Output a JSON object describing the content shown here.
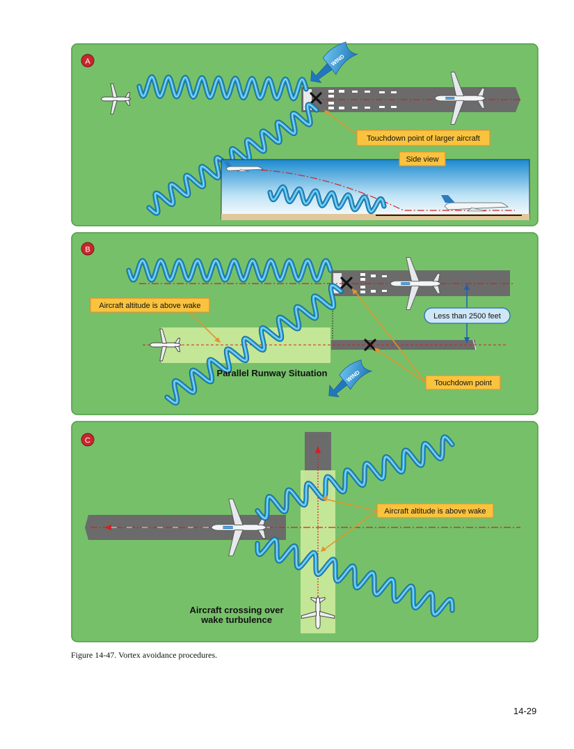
{
  "panels": [
    {
      "letter": "A",
      "wind": "WIND",
      "callout_touchdown": "Touchdown point of larger aircraft",
      "side_view_label": "Side view"
    },
    {
      "letter": "B",
      "callout_altitude": "Aircraft altitude is above wake",
      "callout_distance": "Less than 2500 feet",
      "title": "Parallel Runway Situation",
      "callout_touchdown": "Touchdown point",
      "wind": "WIND"
    },
    {
      "letter": "C",
      "callout_altitude": "Aircraft altitude is above wake",
      "title_line1": "Aircraft crossing over",
      "title_line2": "wake turbulence"
    }
  ],
  "caption": "Figure 14-47. Vortex avoidance procedures.",
  "page_number": "14-29",
  "colors": {
    "panel_green": "#76c06a",
    "panel_border": "#4f9a45",
    "vortex": "#2b9fd6",
    "callout_fill": "#f9c33f",
    "callout_border": "#e4932a",
    "blue_callout": "#cfe6f6",
    "runway": "#6b6b6b",
    "centerline": "#d32020",
    "badge": "#c8262d"
  }
}
